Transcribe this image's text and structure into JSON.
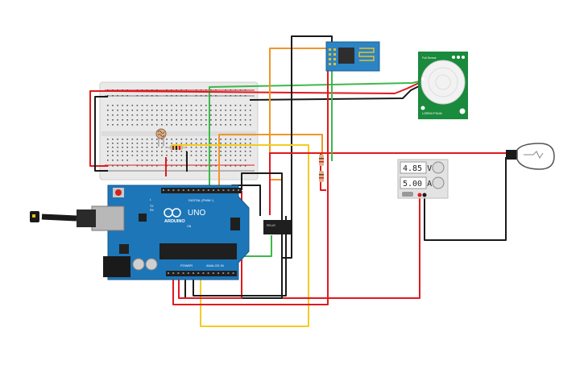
{
  "arduino": {
    "brand": "ARDUINO",
    "model": "UNO",
    "digital_label": "DIGITAL (PWM~)",
    "power_label": "POWER",
    "analog_label": "ANALOG IN",
    "tx_label": "TX",
    "rx_label": "RX",
    "on_label": "ON",
    "l_label": "L"
  },
  "power_supply": {
    "voltage": "4.85 V",
    "current": "5.00 A"
  },
  "pir_sensor": {
    "label_top": "Full Sensor",
    "label_bottom": "LOREM IPSUM"
  },
  "relay": {
    "label": "RELAY"
  },
  "colors": {
    "wire_red": "#e0191f",
    "wire_black": "#1a1a1a",
    "wire_green": "#3cb94a",
    "wire_orange": "#f0962a",
    "wire_yellow": "#f2cc22",
    "board_blue": "#1d76b8",
    "pir_green": "#1a8a3c",
    "esp_blue": "#2a84c6"
  }
}
